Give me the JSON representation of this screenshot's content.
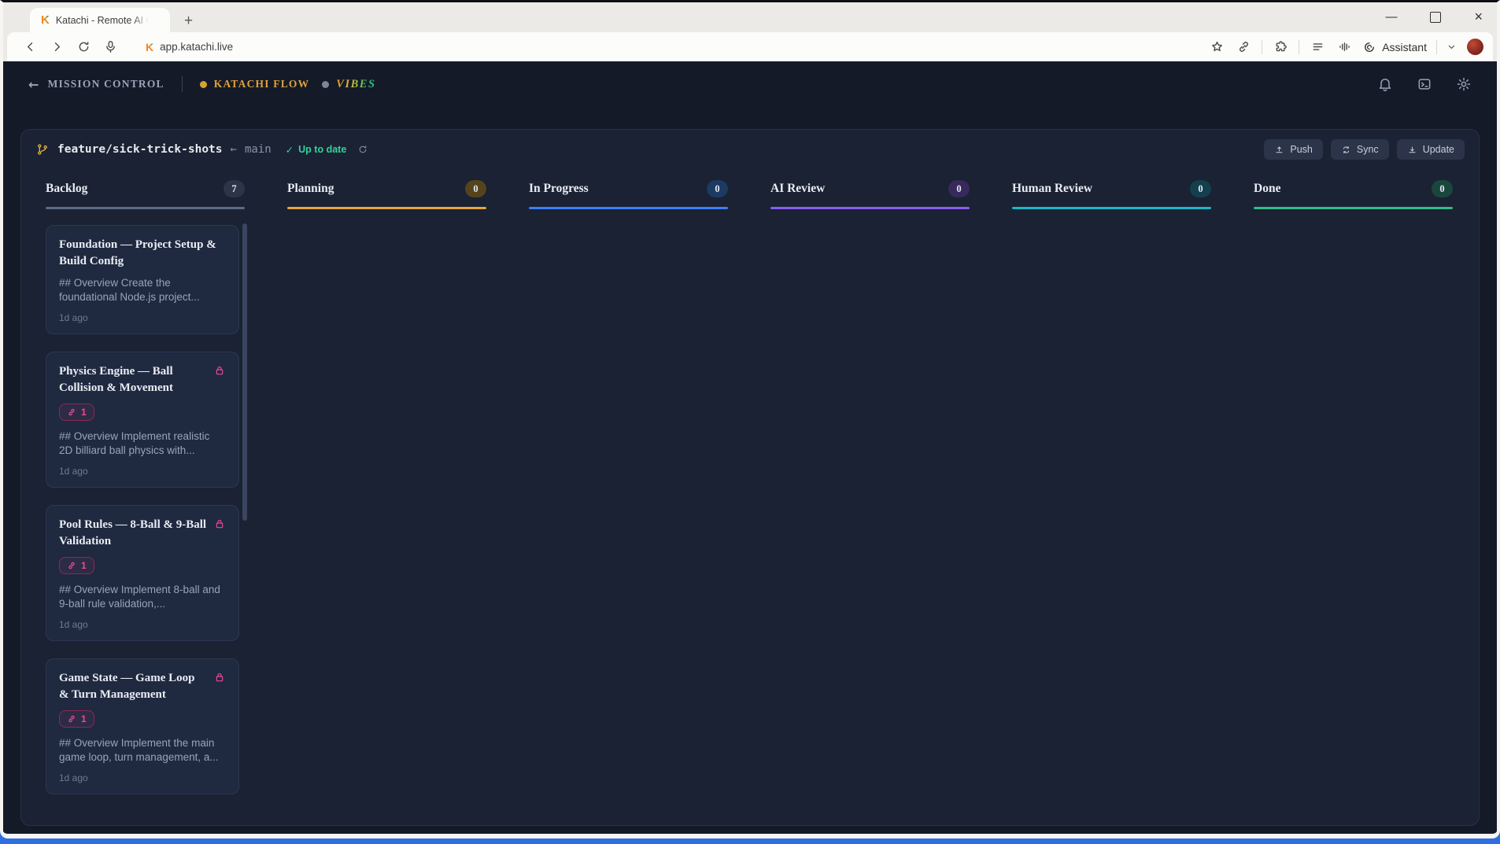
{
  "browser": {
    "tab": {
      "title": "Katachi - Remote AI Codi",
      "favicon_letter": "K"
    },
    "new_tab_label": "+",
    "url": "app.katachi.live",
    "url_favicon_letter": "K",
    "assistant_label": "Assistant",
    "window_controls": {
      "minimize": "—",
      "close": "×"
    }
  },
  "header": {
    "back_arrow": "←",
    "back_label": "MISSION CONTROL",
    "nav": [
      {
        "label": "KATACHI FLOW",
        "dot_color": "#d4a72c"
      },
      {
        "label": "VIBES",
        "dot_color": "#7d8596"
      }
    ]
  },
  "branch_bar": {
    "branch": "feature/sick-trick-shots",
    "arrow": "←",
    "base": "main",
    "status_check": "✓",
    "status_label": "Up to date",
    "buttons": [
      {
        "label": "Push",
        "icon": "upload-icon"
      },
      {
        "label": "Sync",
        "icon": "sync-icon"
      },
      {
        "label": "Update",
        "icon": "download-icon"
      }
    ]
  },
  "board": {
    "columns": [
      {
        "name": "Backlog",
        "count": "7",
        "accent": "#5d6c85",
        "badge_bg": "#2c3548",
        "has_scrollbar": true,
        "cards": [
          0,
          1,
          2,
          3
        ]
      },
      {
        "name": "Planning",
        "count": "0",
        "accent": "#e8a33d",
        "badge_bg": "#55431c",
        "has_scrollbar": false,
        "cards": []
      },
      {
        "name": "In Progress",
        "count": "0",
        "accent": "#3d7ef8",
        "badge_bg": "#1d3a62",
        "has_scrollbar": false,
        "cards": []
      },
      {
        "name": "AI Review",
        "count": "0",
        "accent": "#8a5cf5",
        "badge_bg": "#37295c",
        "has_scrollbar": false,
        "cards": []
      },
      {
        "name": "Human Review",
        "count": "0",
        "accent": "#18b7c9",
        "badge_bg": "#14404d",
        "has_scrollbar": false,
        "cards": []
      },
      {
        "name": "Done",
        "count": "0",
        "accent": "#2ebd8b",
        "badge_bg": "#1a473c",
        "has_scrollbar": false,
        "cards": []
      }
    ]
  },
  "cards": [
    {
      "title": "Foundation — Project Setup & Build Config",
      "description": "## Overview Create the foundational Node.js project...",
      "time": "1d ago",
      "locked": false,
      "link_count": null
    },
    {
      "title": "Physics Engine — Ball Collision & Movement",
      "description": "## Overview Implement realistic 2D billiard ball physics with...",
      "time": "1d ago",
      "locked": true,
      "link_count": "1"
    },
    {
      "title": "Pool Rules — 8-Ball & 9-Ball Validation",
      "description": "## Overview Implement 8-ball and 9-ball rule validation,...",
      "time": "1d ago",
      "locked": true,
      "link_count": "1"
    },
    {
      "title": "Game State — Game Loop & Turn Management",
      "description": "## Overview Implement the main game loop, turn management, a...",
      "time": "1d ago",
      "locked": true,
      "link_count": "1"
    }
  ],
  "colors": {
    "brand_amber": "#e0a23c",
    "pink_lock": "#ec4899",
    "green_status": "#34d399",
    "board_bg": "#1a2233",
    "card_bg": "#1f2940",
    "app_bg": "#141a28"
  }
}
